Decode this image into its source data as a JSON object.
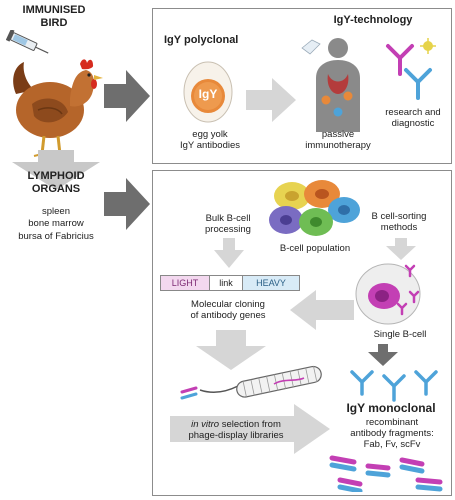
{
  "left": {
    "bird_title_line1": "IMMUNISED",
    "bird_title_line2": "BIRD",
    "organs_title_line1": "LYMPHOID",
    "organs_title_line2": "ORGANS",
    "organs_list": [
      "spleen",
      "bone marrow",
      "bursa of Fabricius"
    ]
  },
  "top_panel": {
    "polyclonal_title": "IgY polyclonal",
    "egg_label": "IgY",
    "egg_caption_line1": "egg yolk",
    "egg_caption_line2": "IgY antibodies",
    "technology_title": "IgY-technology",
    "immuno_line1": "passive",
    "immuno_line2": "immunotherapy",
    "research_line1": "research and",
    "research_line2": "diagnostic"
  },
  "bottom_panel": {
    "bulk_line1": "Bulk B-cell",
    "bulk_line2": "processing",
    "population": "B-cell population",
    "sorting_line1": "B cell-sorting",
    "sorting_line2": "methods",
    "construct_light": "LIGHT",
    "construct_link": "link",
    "construct_heavy": "HEAVY",
    "cloning_line1": "Molecular cloning",
    "cloning_line2": "of antibody genes",
    "single_cell": "Single B-cell",
    "selection_invitro": "in vitro",
    "selection_rest": " selection from",
    "selection_line2": "phage-display libraries",
    "monoclonal_title": "IgY monoclonal",
    "fragments_line1": "recombinant",
    "fragments_line2": "antibody fragments:",
    "fragments_line3": "Fab, Fv, scFv"
  },
  "colors": {
    "panel_border": "#8c8c8c",
    "arrow_gray": "#c8c8c8",
    "arrow_dark": "#6e6e6e",
    "light_chain": "#c33fb4",
    "heavy_chain": "#4ea3d9",
    "egg_orange": "#e8893a",
    "hen_brown": "#b5652a"
  }
}
